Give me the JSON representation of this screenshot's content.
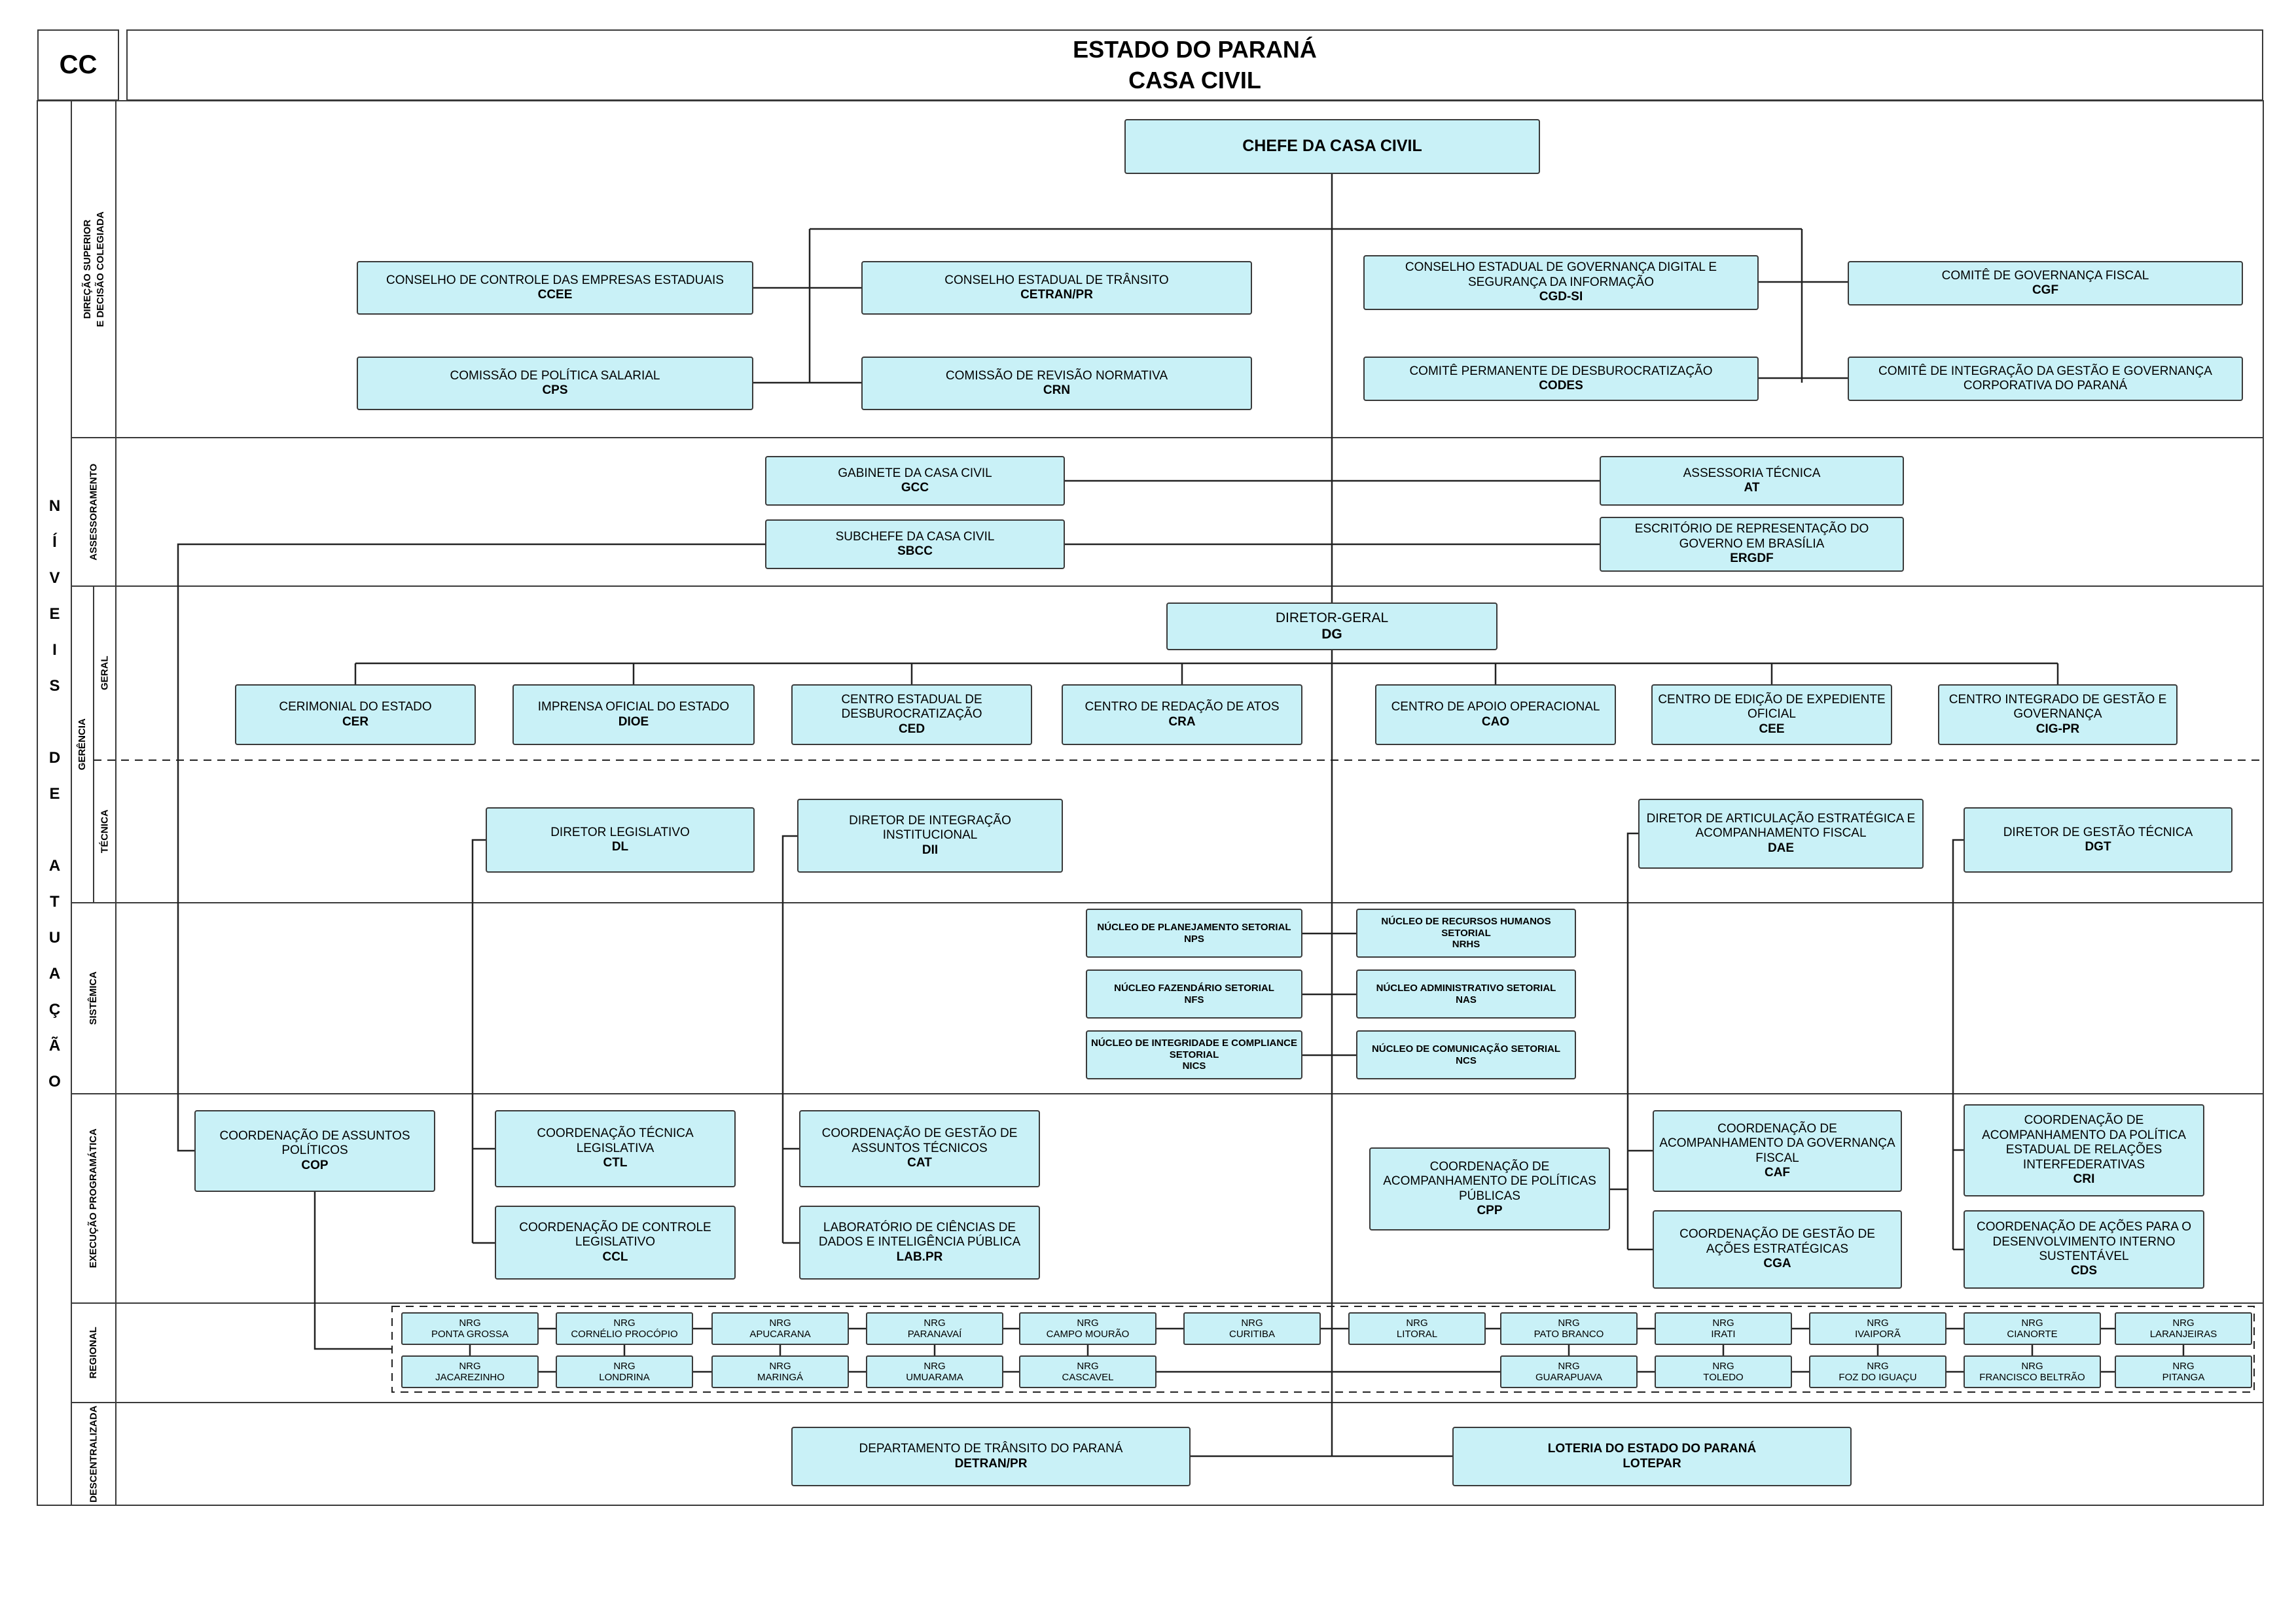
{
  "header": {
    "code": "CC",
    "title_line1": "ESTADO DO PARANÁ",
    "title_line2": "CASA CIVIL"
  },
  "colors": {
    "box_fill": "#C9F1F7",
    "line": "#222222"
  },
  "sidebar": {
    "axis": "NÍVEIS DE ATUAÇÃO",
    "levels": {
      "direcao_l1": "DIREÇÃO SUPERIOR",
      "direcao_l2": "E DECISÃO COLEGIADA",
      "assessoramento": "ASSESSORAMENTO",
      "gerencia": "GERÊNCIA",
      "geral": "GERAL",
      "tecnica": "TÉCNICA",
      "sistemica": "SISTÊMICA",
      "execucao": "EXECUÇÃO PROGRAMÁTICA",
      "regional": "REGIONAL",
      "descentralizada": "DESCENTRALIZADA"
    }
  },
  "nodes": {
    "chefe": {
      "label": "CHEFE DA CASA CIVIL"
    },
    "ccee": {
      "label": "CONSELHO DE CONTROLE DAS EMPRESAS ESTADUAIS",
      "acronym": "CCEE"
    },
    "cetran": {
      "label": "CONSELHO ESTADUAL DE TRÂNSITO",
      "acronym": "CETRAN/PR"
    },
    "cgdsi": {
      "label": "CONSELHO ESTADUAL DE GOVERNANÇA DIGITAL E SEGURANÇA DA INFORMAÇÃO",
      "acronym": "CGD-SI"
    },
    "cgf": {
      "label": "COMITÊ DE GOVERNANÇA FISCAL",
      "acronym": "CGF"
    },
    "cps": {
      "label": "COMISSÃO DE POLÍTICA SALARIAL",
      "acronym": "CPS"
    },
    "crn": {
      "label": "COMISSÃO DE REVISÃO NORMATIVA",
      "acronym": "CRN"
    },
    "codes": {
      "label": "COMITÊ PERMANENTE DE DESBUROCRATIZAÇÃO",
      "acronym": "CODES"
    },
    "cigc": {
      "label": "COMITÊ DE INTEGRAÇÃO DA GESTÃO E GOVERNANÇA CORPORATIVA DO PARANÁ"
    },
    "gcc": {
      "label": "GABINETE DA CASA CIVIL",
      "acronym": "GCC"
    },
    "at": {
      "label": "ASSESSORIA TÉCNICA",
      "acronym": "AT"
    },
    "sbcc": {
      "label": "SUBCHEFE DA CASA CIVIL",
      "acronym": "SBCC"
    },
    "ergdf": {
      "label": "ESCRITÓRIO DE REPRESENTAÇÃO DO GOVERNO EM BRASÍLIA",
      "acronym": "ERGDF"
    },
    "dg": {
      "label": "DIRETOR-GERAL",
      "acronym": "DG"
    },
    "cer": {
      "label": "CERIMONIAL DO ESTADO",
      "acronym": "CER"
    },
    "dioe": {
      "label": "IMPRENSA OFICIAL DO ESTADO",
      "acronym": "DIOE"
    },
    "ced": {
      "label": "CENTRO ESTADUAL DE DESBUROCRATIZAÇÃO",
      "acronym": "CED"
    },
    "cra": {
      "label": "CENTRO DE REDAÇÃO DE ATOS",
      "acronym": "CRA"
    },
    "cao": {
      "label": "CENTRO DE APOIO OPERACIONAL",
      "acronym": "CAO"
    },
    "cee": {
      "label": "CENTRO DE EDIÇÃO DE EXPEDIENTE OFICIAL",
      "acronym": "CEE"
    },
    "cigpr": {
      "label": "CENTRO INTEGRADO DE GESTÃO E GOVERNANÇA",
      "acronym": "CIG-PR"
    },
    "dl": {
      "label": "DIRETOR LEGISLATIVO",
      "acronym": "DL"
    },
    "dii": {
      "label": "DIRETOR DE INTEGRAÇÃO INSTITUCIONAL",
      "acronym": "DII"
    },
    "dae": {
      "label": "DIRETOR DE ARTICULAÇÃO ESTRATÉGICA E ACOMPANHAMENTO FISCAL",
      "acronym": "DAE"
    },
    "dgt": {
      "label": "DIRETOR DE GESTÃO TÉCNICA",
      "acronym": "DGT"
    },
    "nps": {
      "label": "NÚCLEO DE PLANEJAMENTO SETORIAL",
      "acronym": "NPS"
    },
    "nrhs": {
      "label": "NÚCLEO DE RECURSOS HUMANOS SETORIAL",
      "acronym": "NRHS"
    },
    "nfs": {
      "label": "NÚCLEO FAZENDÁRIO SETORIAL",
      "acronym": "NFS"
    },
    "nas": {
      "label": "NÚCLEO ADMINISTRATIVO SETORIAL",
      "acronym": "NAS"
    },
    "nics": {
      "label": "NÚCLEO DE INTEGRIDADE E COMPLIANCE SETORIAL",
      "acronym": "NICS"
    },
    "ncs": {
      "label": "NÚCLEO DE COMUNICAÇÃO SETORIAL",
      "acronym": "NCS"
    },
    "cop": {
      "label": "COORDENAÇÃO DE ASSUNTOS POLÍTICOS",
      "acronym": "COP"
    },
    "ctl": {
      "label": "COORDENAÇÃO TÉCNICA LEGISLATIVA",
      "acronym": "CTL"
    },
    "ccl": {
      "label": "COORDENAÇÃO DE CONTROLE LEGISLATIVO",
      "acronym": "CCL"
    },
    "cat": {
      "label": "COORDENAÇÃO DE GESTÃO DE ASSUNTOS TÉCNICOS",
      "acronym": "CAT"
    },
    "labpr": {
      "label": "LABORATÓRIO DE CIÊNCIAS DE DADOS E INTELIGÊNCIA PÚBLICA",
      "acronym": "LAB.PR"
    },
    "cpp": {
      "label": "COORDENAÇÃO DE ACOMPANHAMENTO DE POLÍTICAS PÚBLICAS",
      "acronym": "CPP"
    },
    "caf": {
      "label": "COORDENAÇÃO DE ACOMPANHAMENTO DA GOVERNANÇA FISCAL",
      "acronym": "CAF"
    },
    "cga": {
      "label": "COORDENAÇÃO DE GESTÃO DE AÇÕES ESTRATÉGICAS",
      "acronym": "CGA"
    },
    "cri": {
      "label": "COORDENAÇÃO DE ACOMPANHAMENTO DA POLÍTICA ESTADUAL DE RELAÇÕES INTERFEDERATIVAS",
      "acronym": "CRI"
    },
    "cds": {
      "label": "COORDENAÇÃO DE AÇÕES PARA O DESENVOLVIMENTO INTERNO SUSTENTÁVEL",
      "acronym": "CDS"
    },
    "detran": {
      "label": "DEPARTAMENTO DE TRÂNSITO DO PARANÁ",
      "acronym": "DETRAN/PR"
    },
    "lotepar": {
      "label": "LOTERIA DO ESTADO DO PARANÁ",
      "acronym": "LOTEPAR"
    }
  },
  "regional": {
    "prefix": "NRG",
    "row1": [
      "PONTA GROSSA",
      "CORNÉLIO PROCÓPIO",
      "APUCARANA",
      "PARANAVAÍ",
      "CAMPO MOURÃO",
      "CURITIBA",
      "LITORAL",
      "PATO BRANCO",
      "IRATI",
      "IVAIPORÃ",
      "CIANORTE",
      "LARANJEIRAS"
    ],
    "row2": [
      "JACAREZINHO",
      "LONDRINA",
      "MARINGÁ",
      "UMUARAMA",
      "CASCAVEL",
      "GUARAPUAVA",
      "TOLEDO",
      "FOZ DO IGUAÇU",
      "FRANCISCO BELTRÃO",
      "PITANGA"
    ]
  }
}
